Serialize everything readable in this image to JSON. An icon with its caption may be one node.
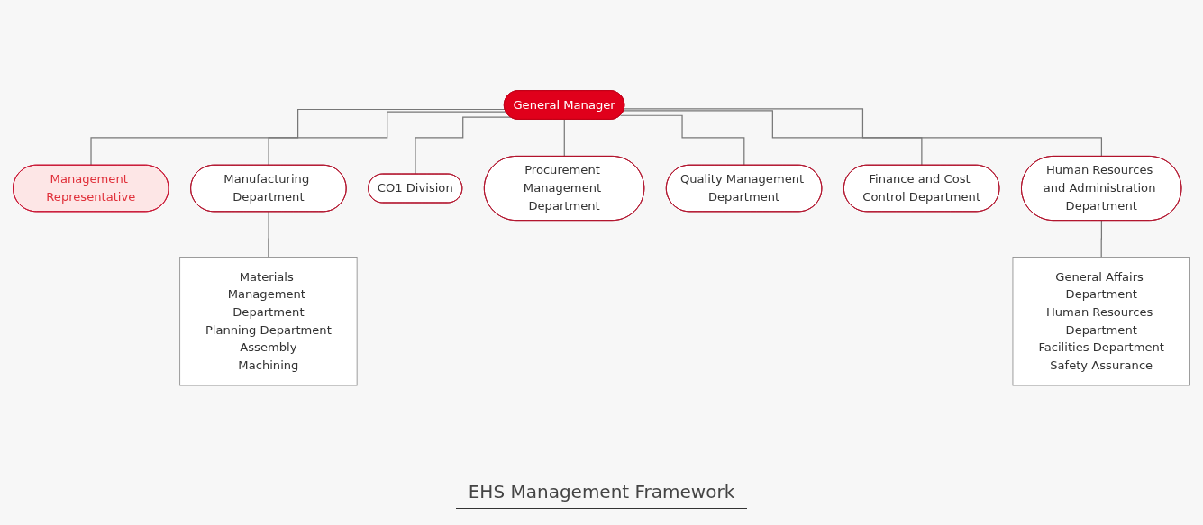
{
  "diagram": {
    "title": "EHS Management Framework",
    "nodes": [
      {
        "text": [
          "General Manager"
        ]
      },
      {
        "text": [
          "Management Representative"
        ]
      },
      {
        "text": [
          "Manufacturing Department"
        ]
      },
      {
        "text": [
          "CO1 Division"
        ]
      },
      {
        "text": [
          "Procurement Management Department"
        ]
      },
      {
        "text": [
          "Quality Management Department"
        ]
      },
      {
        "text": [
          "Finance and Cost Control Department"
        ]
      },
      {
        "text": [
          "Human Resources and Administration Department"
        ]
      },
      {
        "text": [
          "Materials Management Department",
          "Planning Department",
          "Assembly",
          "Machining"
        ]
      },
      {
        "text": [
          "General Affairs Department",
          "Human Resources Department",
          "Facilities Department",
          "Safety Assurance"
        ]
      }
    ],
    "edges": [
      {
        "from": 0,
        "to": 1,
        "arrow": "none"
      },
      {
        "from": 0,
        "to": 2,
        "arrow": "none"
      },
      {
        "from": 0,
        "to": 3,
        "arrow": "none"
      },
      {
        "from": 0,
        "to": 4,
        "arrow": "none"
      },
      {
        "from": 0,
        "to": 5,
        "arrow": "none"
      },
      {
        "from": 0,
        "to": 6,
        "arrow": "none"
      },
      {
        "from": 0,
        "to": 7,
        "arrow": "none"
      },
      {
        "from": 2,
        "to": 8,
        "arrow": "none"
      },
      {
        "from": 7,
        "to": 9,
        "arrow": "none"
      }
    ]
  }
}
